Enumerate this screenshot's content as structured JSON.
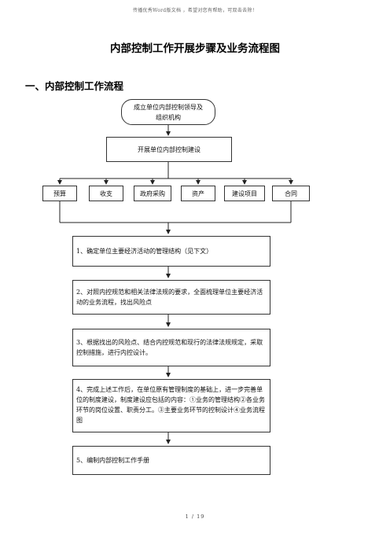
{
  "header_note": "传播优秀Word版文档 ，希望对您有帮助，可双击去除！",
  "title": "内部控制工作开展步骤及业务流程图",
  "section_heading": "一、内部控制工作流程",
  "flowchart": {
    "start": "成立单位内部控制领导及组织机构",
    "build": "开展单位内部控制建设",
    "categories": [
      "预算",
      "收支",
      "政府采购",
      "资产",
      "建设项目",
      "合同"
    ],
    "steps": [
      "1、确定单位主要经济活动的管理结构（见下文）",
      "2、对照内控规范和相关法律法规的要求，全面梳理单位主要经济活动的业务流程，找出风险点",
      "3、根据找出的风险点、结合内控规范和现行的法律法规规定，采取控制措施，进行内控设计。",
      "4、完成上述工作后，在单位原有管理制度的基础上，进一步完善单位的制度建设，制度建设应包括的内容：①业务的管理结构②各业务环节的岗位设置、职责分工。③主要业务环节的控制设计④业务流程图",
      "5、编制内部控制工作手册"
    ]
  },
  "page_number": "1 / 19"
}
